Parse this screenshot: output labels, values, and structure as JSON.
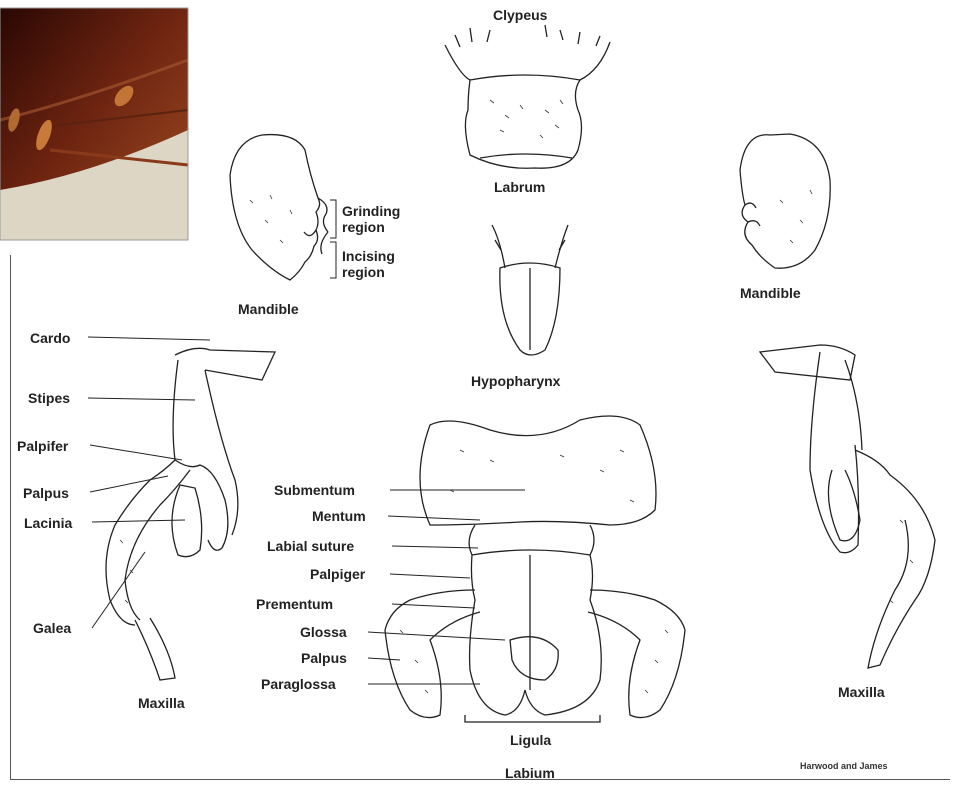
{
  "labels": {
    "clypeus": "Clypeus",
    "labrum": "Labrum",
    "mandible_left": "Mandible",
    "mandible_right": "Mandible",
    "grinding_region": "Grinding region",
    "incising_region": "Incising region",
    "hypopharynx": "Hypopharynx",
    "cardo": "Cardo",
    "stipes": "Stipes",
    "palpifer": "Palpifer",
    "palpus_maxilla": "Palpus",
    "lacinia": "Lacinia",
    "galea": "Galea",
    "maxilla_left": "Maxilla",
    "maxilla_right": "Maxilla",
    "submentum": "Submentum",
    "mentum": "Mentum",
    "labial_suture": "Labial suture",
    "palpiger": "Palpiger",
    "prementum": "Prementum",
    "glossa": "Glossa",
    "palpus_labium": "Palpus",
    "paraglossa": "Paraglossa",
    "ligula": "Ligula",
    "labium": "Labium",
    "credit": "Harwood and James"
  },
  "colors": {
    "ink": "#222222",
    "photo_dark": "#3a0d05",
    "photo_mid": "#7a2a12",
    "photo_light": "#e8e2d2"
  }
}
